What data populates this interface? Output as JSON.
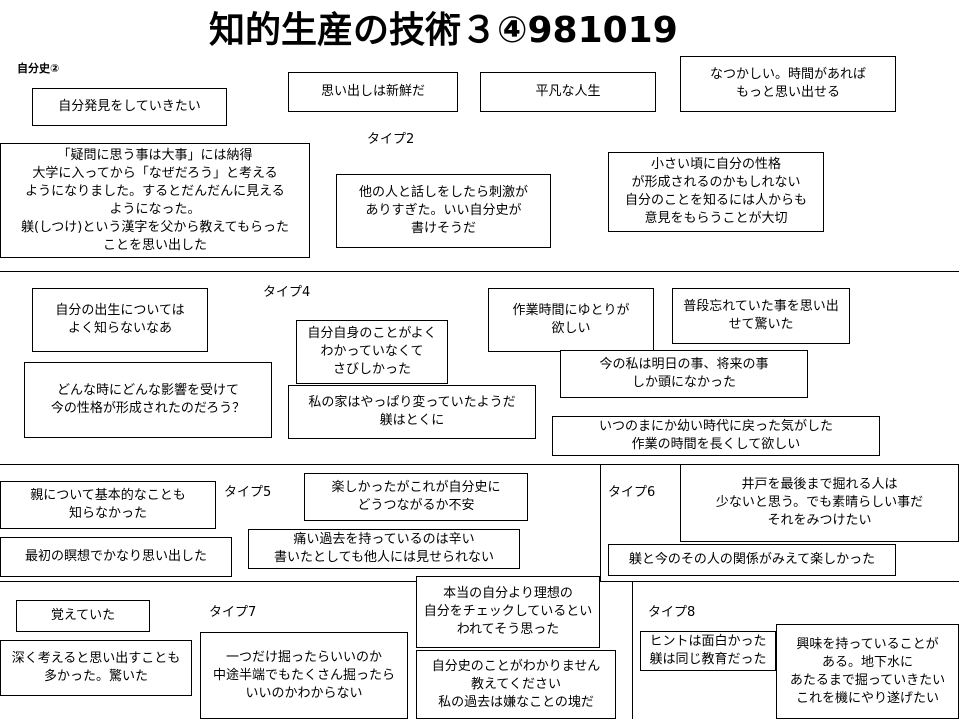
{
  "title": "知的生産の技術３④981019",
  "subtitle": "自分史②",
  "types": {
    "type2": "タイプ2",
    "type4": "タイプ4",
    "type5": "タイプ5",
    "type6": "タイプ6",
    "type7": "タイプ7",
    "type8": "タイプ8"
  },
  "cards": {
    "c01": "自分発見をしていきたい",
    "c02": "思い出しは新鮮だ",
    "c03": "平凡な人生",
    "c04": "なつかしい。時間があれば\nもっと思い出せる",
    "c05": "「疑問に思う事は大事」には納得\n大学に入ってから「なぜだろう」と考える\nようになりました。するとだんだんに見える\nようになった。\n躾(しつけ)という漢字を父から教えてもらった\nことを思い出した",
    "c06": "他の人と話しをしたら刺激が\nありすぎた。いい自分史が\n書けそうだ",
    "c07": "小さい頃に自分の性格\nが形成されるのかもしれない\n自分のことを知るには人からも\n意見をもらうことが大切",
    "c08": "自分の出生については\nよく知らないなあ",
    "c09": "自分自身のことがよく\nわかっていなくて\nさびしかった",
    "c10": "作業時間にゆとりが\n欲しい",
    "c11": "普段忘れていた事を思い出\nせて驚いた",
    "c12": "今の私は明日の事、将来の事\nしか頭になかった",
    "c13": "どんな時にどんな影響を受けて\n今の性格が形成されたのだろう？",
    "c14": "私の家はやっぱり変っていたようだ\n躾はとくに",
    "c15": "いつのまにか幼い時代に戻った気がした\n作業の時間を長くして欲しい",
    "c16": "親について基本的なことも\n知らなかった",
    "c17": "楽しかったがこれが自分史に\nどうつながるか不安",
    "c18": "井戸を最後まで掘れる人は\n少ないと思う。でも素晴らしい事だ\nそれをみつけたい",
    "c19": "最初の瞑想でかなり思い出した",
    "c20": "痛い過去を持っているのは辛い\n書いたとしても他人には見せられない",
    "c21": "躾と今のその人の関係がみえて楽しかった",
    "c22": "覚えていた",
    "c23": "本当の自分より理想の\n自分をチェックしているとい\nわれてそう思った",
    "c24": "深く考えると思い出すことも\n多かった。驚いた",
    "c25": "一つだけ掘ったらいいのか\n中途半端でもたくさん掘ったら\nいいのかわからない",
    "c26": "自分史のことがわかりません\n教えてください\n私の過去は嫌なことの塊だ",
    "c27": "ヒントは面白かった\n躾は同じ教育だった",
    "c28": "興味を持っていることが\nある。地下水に\nあたるまで掘っていきたい\nこれを機にやり遂げたい"
  }
}
